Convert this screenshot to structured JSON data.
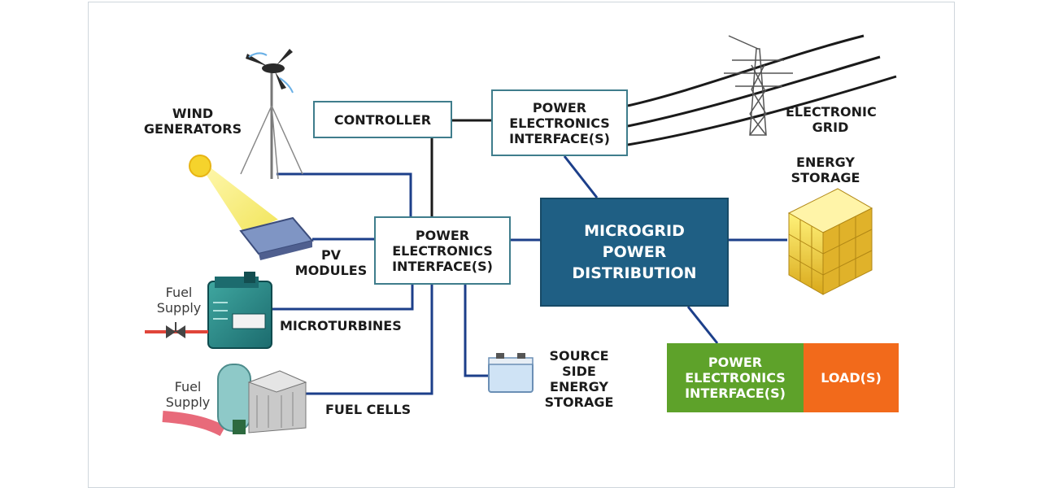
{
  "blocks": {
    "controller": "CONTROLLER",
    "pe_grid": "POWER\nELECTRONICS\nINTERFACE(S)",
    "pe_sources": "POWER\nELECTRONICS\nINTERFACE(S)",
    "distribution": "MICROGRID\nPOWER\nDISTRIBUTION",
    "pe_load": "POWER\nELECTRONICS\nINTERFACE(S)",
    "load": "LOAD(S)"
  },
  "labels": {
    "wind": "WIND\nGENERATORS",
    "pv": "PV\nMODULES",
    "microturbines": "MICROTURBINES",
    "fuel_cells": "FUEL CELLS",
    "source_storage": "SOURCE\nSIDE\nENERGY\nSTORAGE",
    "grid": "ELECTRONIC\nGRID",
    "energy_storage": "ENERGY\nSTORAGE",
    "fuel_supply_1": "Fuel\nSupply",
    "fuel_supply_2": "Fuel\nSupply"
  },
  "icons": [
    "wind-turbine-icon",
    "sun-icon",
    "pv-panel-icon",
    "microturbine-icon",
    "valve-icon",
    "fuel-cell-icon",
    "battery-icon",
    "transmission-tower-icon",
    "energy-storage-icon"
  ],
  "colors": {
    "distribution_fill": "#1f5f84",
    "pe_load_fill": "#5ea22a",
    "load_fill": "#f26a1b",
    "wire_dark": "#1a1a1a",
    "wire_blue": "#1c3f8a",
    "box_border": "#3f7d8c"
  }
}
